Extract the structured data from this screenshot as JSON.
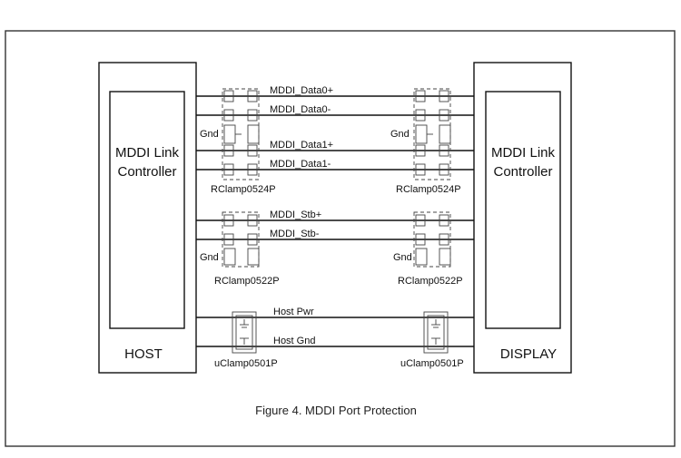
{
  "host": {
    "controller_line1": "MDDI Link",
    "controller_line2": "Controller",
    "label": "HOST"
  },
  "display": {
    "controller_line1": "MDDI Link",
    "controller_line2": "Controller",
    "label": "DISPLAY"
  },
  "signals": {
    "data0_pos": "MDDI_Data0+",
    "data0_neg": "MDDI_Data0-",
    "data1_pos": "MDDI_Data1+",
    "data1_neg": "MDDI_Data1-",
    "stb_pos": "MDDI_Stb+",
    "stb_neg": "MDDI_Stb-",
    "host_pwr": "Host Pwr",
    "host_gnd": "Host Gnd"
  },
  "gnd_label": "Gnd",
  "devices": {
    "data_left": "RClamp0524P",
    "data_right": "RClamp0524P",
    "stb_left": "RClamp0522P",
    "stb_right": "RClamp0522P",
    "pwr_left": "uClamp0501P",
    "pwr_right": "uClamp0501P"
  },
  "caption": "Figure 4.  MDDI Port Protection"
}
